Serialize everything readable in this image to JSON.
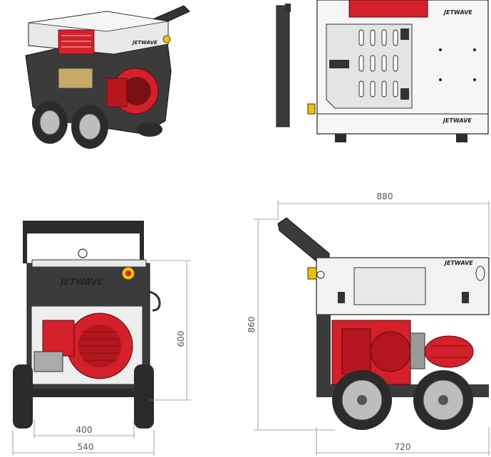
{
  "brand": {
    "logo_iso": "JETWAVE",
    "logo_top_1": "JETWAVE",
    "logo_top_2": "JETWAVE",
    "logo_front": "JETWAVE",
    "logo_side": "JETWAVE"
  },
  "colors": {
    "frame": "#3b3b3b",
    "panel": "#e9e9e9",
    "engine_red": "#d3202a",
    "engine_dark": "#7a0f12",
    "tyre": "#2b2b2b",
    "rim": "#bdbdbd",
    "knob_yellow": "#f2c200",
    "dimension_line": "#8a8a8a"
  },
  "dimensions": {
    "overall_length": "880",
    "overall_height": "860",
    "wheelbase_length": "720",
    "body_height": "600",
    "axle_track": "400",
    "overall_width": "540"
  }
}
